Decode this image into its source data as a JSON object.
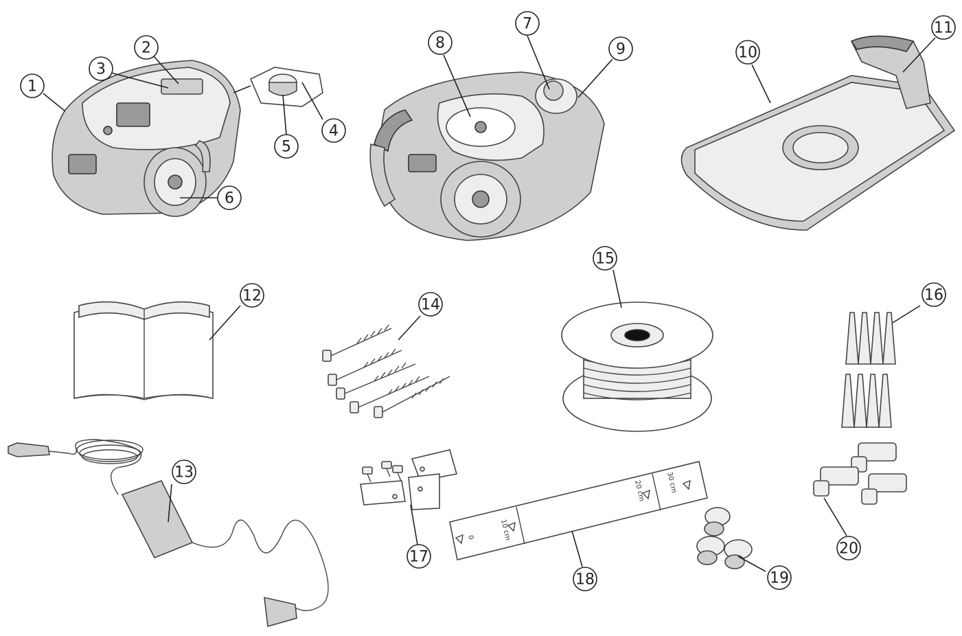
{
  "callouts": [
    {
      "number": "1"
    },
    {
      "number": "2"
    },
    {
      "number": "3"
    },
    {
      "number": "4"
    },
    {
      "number": "5"
    },
    {
      "number": "6"
    },
    {
      "number": "7"
    },
    {
      "number": "8"
    },
    {
      "number": "9"
    },
    {
      "number": "10"
    },
    {
      "number": "11"
    },
    {
      "number": "12"
    },
    {
      "number": "13"
    },
    {
      "number": "14"
    },
    {
      "number": "15"
    },
    {
      "number": "16"
    },
    {
      "number": "17"
    },
    {
      "number": "18"
    },
    {
      "number": "19"
    },
    {
      "number": "20"
    }
  ],
  "ruler_marks": {
    "zero": "0",
    "ten": "10 cm",
    "twenty": "20 cm",
    "thirty": "30 cm"
  }
}
